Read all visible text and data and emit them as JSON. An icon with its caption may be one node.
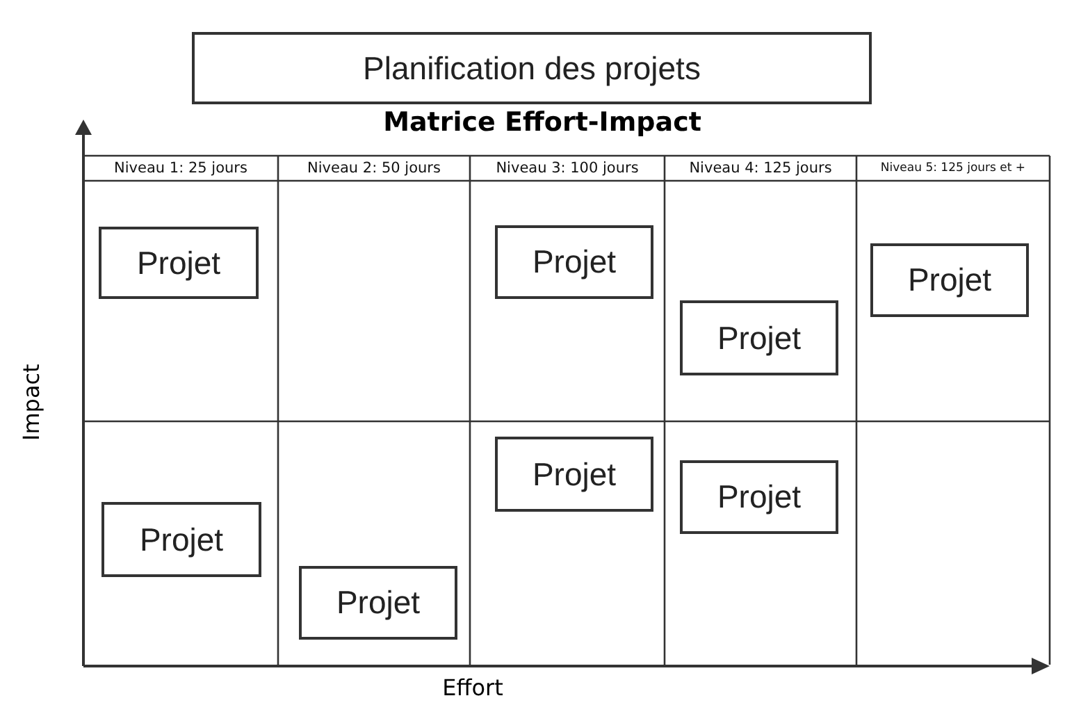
{
  "diagram": {
    "title": "Matrice Effort-Impact",
    "nodes": [
      {
        "text": [
          "Planification des projets"
        ]
      },
      {
        "text": [
          "Projet"
        ]
      },
      {
        "text": [
          "Projet"
        ]
      },
      {
        "text": [
          "Projet"
        ]
      },
      {
        "text": [
          "Projet"
        ]
      },
      {
        "text": [
          "Projet"
        ]
      },
      {
        "text": [
          "Projet"
        ]
      },
      {
        "text": [
          "Projet"
        ]
      },
      {
        "text": [
          "Projet"
        ]
      }
    ],
    "edges": [],
    "labels": [
      "Niveau 1: 25 jours",
      "Niveau 2: 50 jours",
      "Niveau 3: 100 jours",
      "Niveau 4: 125 jours",
      "Niveau 5: 125 jours et +",
      "Impact",
      "Effort"
    ]
  }
}
